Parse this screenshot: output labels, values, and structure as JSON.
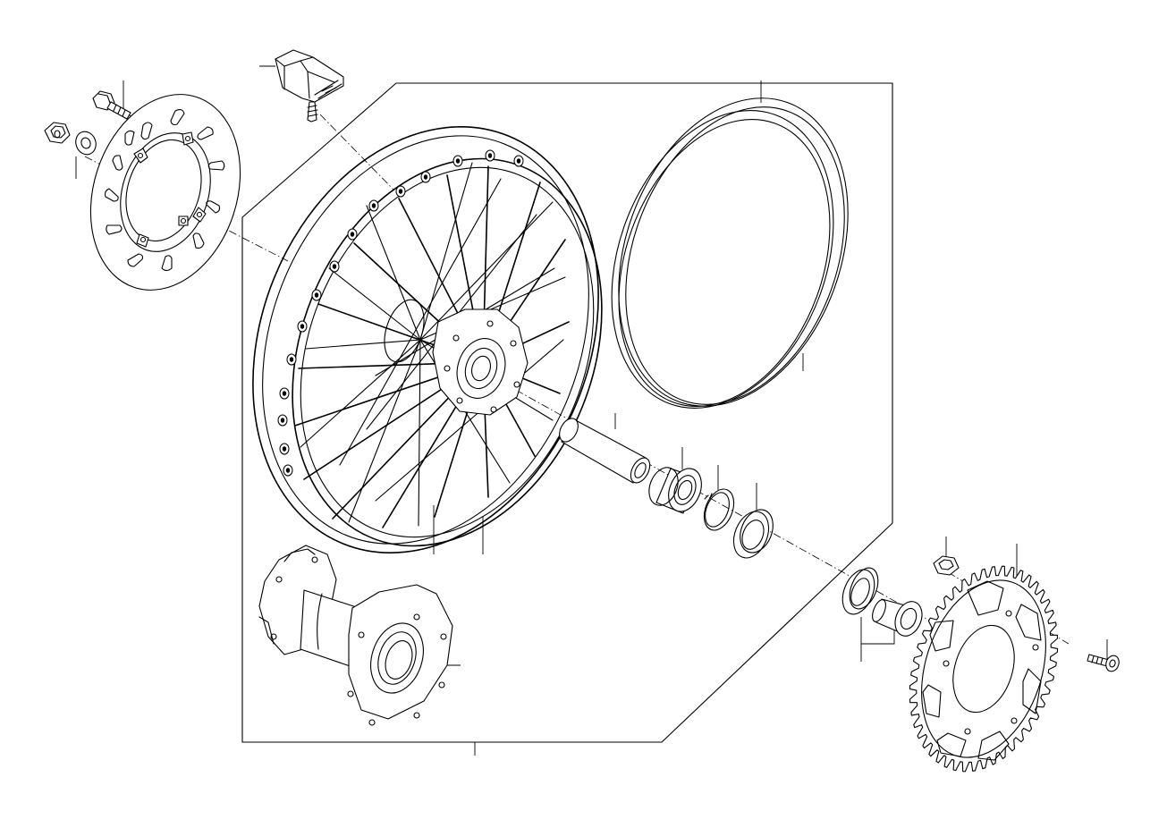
{
  "colors": {
    "line": "#000000",
    "background": "#ffffff"
  },
  "parts": [
    {
      "id": "brake-disc"
    },
    {
      "id": "disc-bolt"
    },
    {
      "id": "hex-nut-left"
    },
    {
      "id": "washer-left"
    },
    {
      "id": "tire-pressure-sensor"
    },
    {
      "id": "spoked-wheel-rim"
    },
    {
      "id": "rim-band"
    },
    {
      "id": "wheel-hub"
    },
    {
      "id": "spacer-sleeve"
    },
    {
      "id": "ball-bearing"
    },
    {
      "id": "circlip"
    },
    {
      "id": "shaft-seal"
    },
    {
      "id": "sealing-ring"
    },
    {
      "id": "bushing"
    },
    {
      "id": "sprocket"
    },
    {
      "id": "sprocket-nut"
    },
    {
      "id": "sprocket-bolt"
    }
  ]
}
